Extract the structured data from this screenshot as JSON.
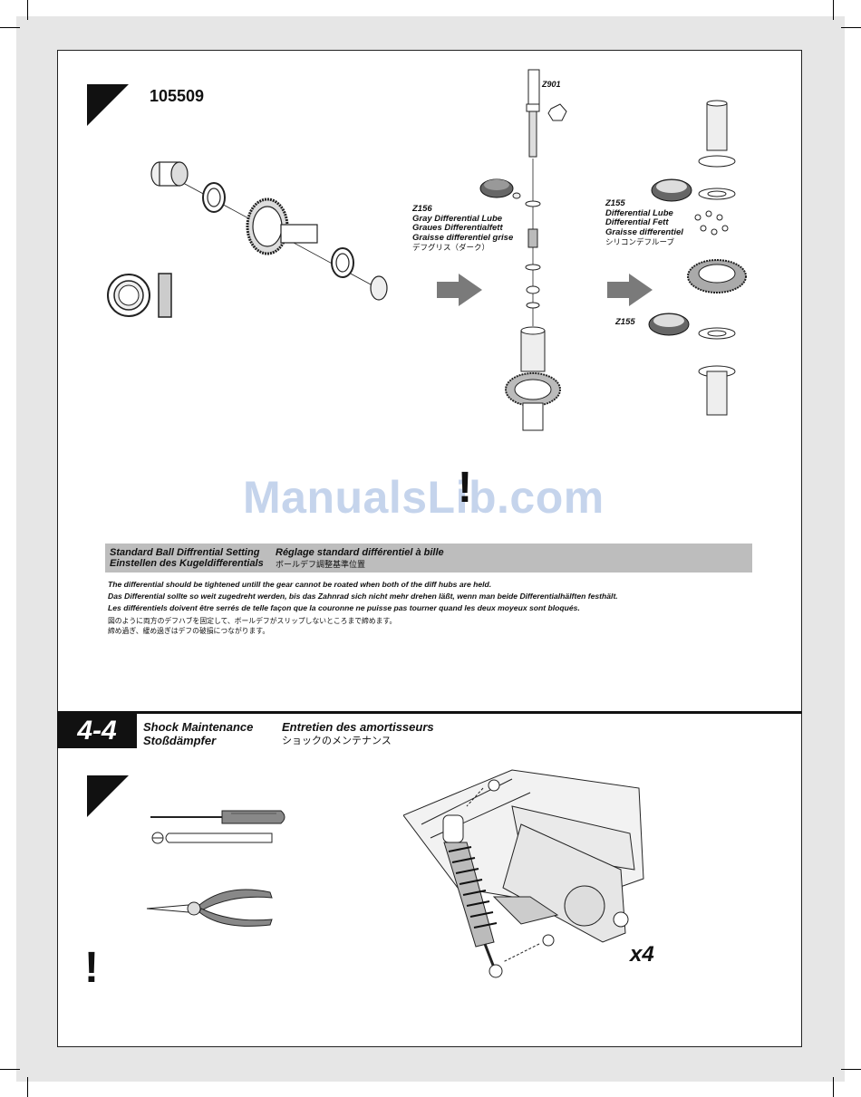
{
  "step_top": {
    "part_number": "105509",
    "callout_z901": "Z901",
    "lube_gray": {
      "code": "Z156",
      "en": "Gray Differential Lube",
      "de": "Graues Differentialfett",
      "fr": "Graisse differentiel grise",
      "jp": "デフグリス（ダーク）"
    },
    "lube_diff": {
      "code": "Z155",
      "en": "Differential Lube",
      "de": "Differential Fett",
      "fr": "Graisse differentiel",
      "jp": "シリコンデフルーブ"
    },
    "callout_z155_lower": "Z155",
    "caution_mark": "!"
  },
  "watermark": "ManualsLib.com",
  "ball_diff_setting": {
    "en": "Standard Ball Diffrential Setting",
    "de": "Einstellen des Kugeldifferentials",
    "fr": "Réglage standard différentiel à bille",
    "jp": "ボールデフ調整基準位置"
  },
  "notes": {
    "en": "The differential should be tightened untill the gear cannot be roated when both of the diff hubs are held.",
    "de": "Das Differential sollte so weit zugedreht werden, bis das Zahnrad sich nicht mehr drehen läßt, wenn man beide Differentialhälften festhält.",
    "fr": "Les différentiels doivent être serrés de telle façon que la couronne ne puisse pas tourner quand les deux moyeux sont bloqués.",
    "jp1": "図のように両方のデフハブを固定して、ボールデフがスリップしないところまで締めます。",
    "jp2": "締め過ぎ、緩め過ぎはデフの破損につながります。"
  },
  "section": {
    "step": "4-4",
    "en": "Shock Maintenance",
    "de": "Stoßdämpfer",
    "fr": "Entretien des amortisseurs",
    "jp": "ショックのメンテナンス",
    "quantity": "x4",
    "caution_mark": "!"
  }
}
